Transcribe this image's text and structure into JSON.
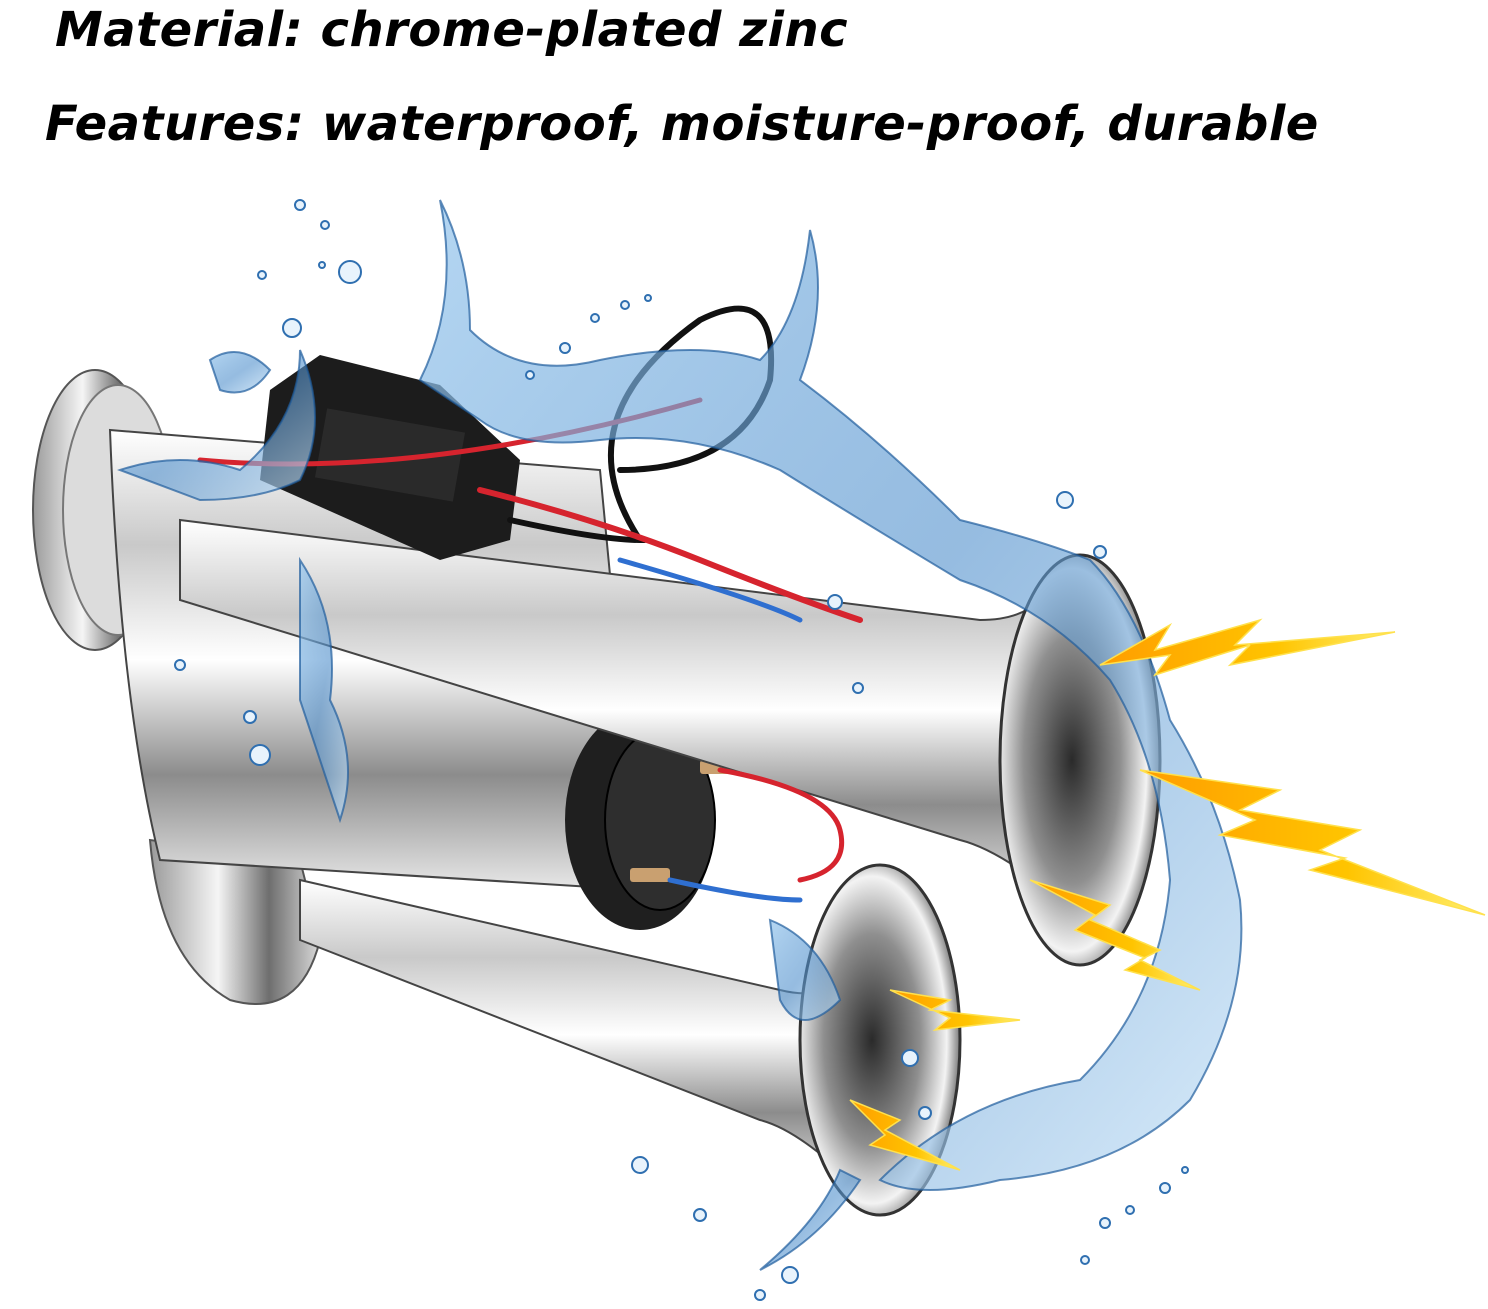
{
  "captions": {
    "material": "Material: chrome-plated zinc",
    "features": "Features: waterproof, moisture-proof, durable"
  },
  "illustration": {
    "subject": "chrome dual-trumpet electric air horn with water splash and sound bolts",
    "colors": {
      "chrome_light": "#f2f2f2",
      "chrome_mid": "#b8b8b8",
      "chrome_dark": "#4a4a4a",
      "black_part": "#1c1c1c",
      "wire_red": "#d6242e",
      "wire_blue": "#2f6fd0",
      "wire_black": "#111111",
      "water": "#5d9fd6",
      "water_dark": "#1f5c9c",
      "bolt": "#ffb800",
      "bolt_edge": "#ffe14d"
    }
  }
}
